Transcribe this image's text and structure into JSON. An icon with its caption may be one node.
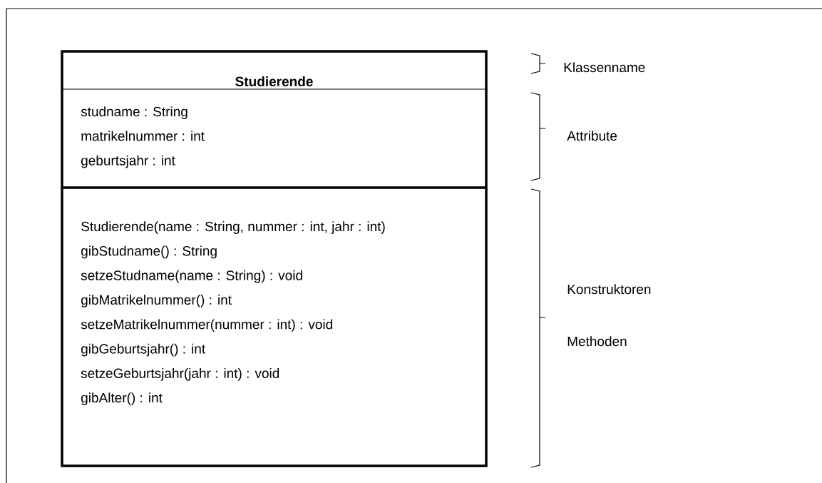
{
  "diagram": {
    "nodes": [
      {
        "text": [
          "Studierende"
        ]
      },
      {
        "text": [
          "studname : String",
          "matrikelnummer : int",
          "geburtsjahr : int"
        ]
      },
      {
        "text": [
          "Studierende(name : String, nummer : int, jahr : int)",
          "gibStudname() : String",
          "setzeStudname(name : String) : void",
          "gibMatrikelnummer() : int",
          "setzeMatrikelnummer(nummer : int) : void",
          "gibGeburtsjahr() : int",
          "setzeGeburtsjahr(jahr : int) : void",
          "gibAlter() : int"
        ]
      }
    ],
    "labels": [
      "Klassenname",
      "Attribute",
      "Konstruktoren",
      "Methoden"
    ]
  }
}
